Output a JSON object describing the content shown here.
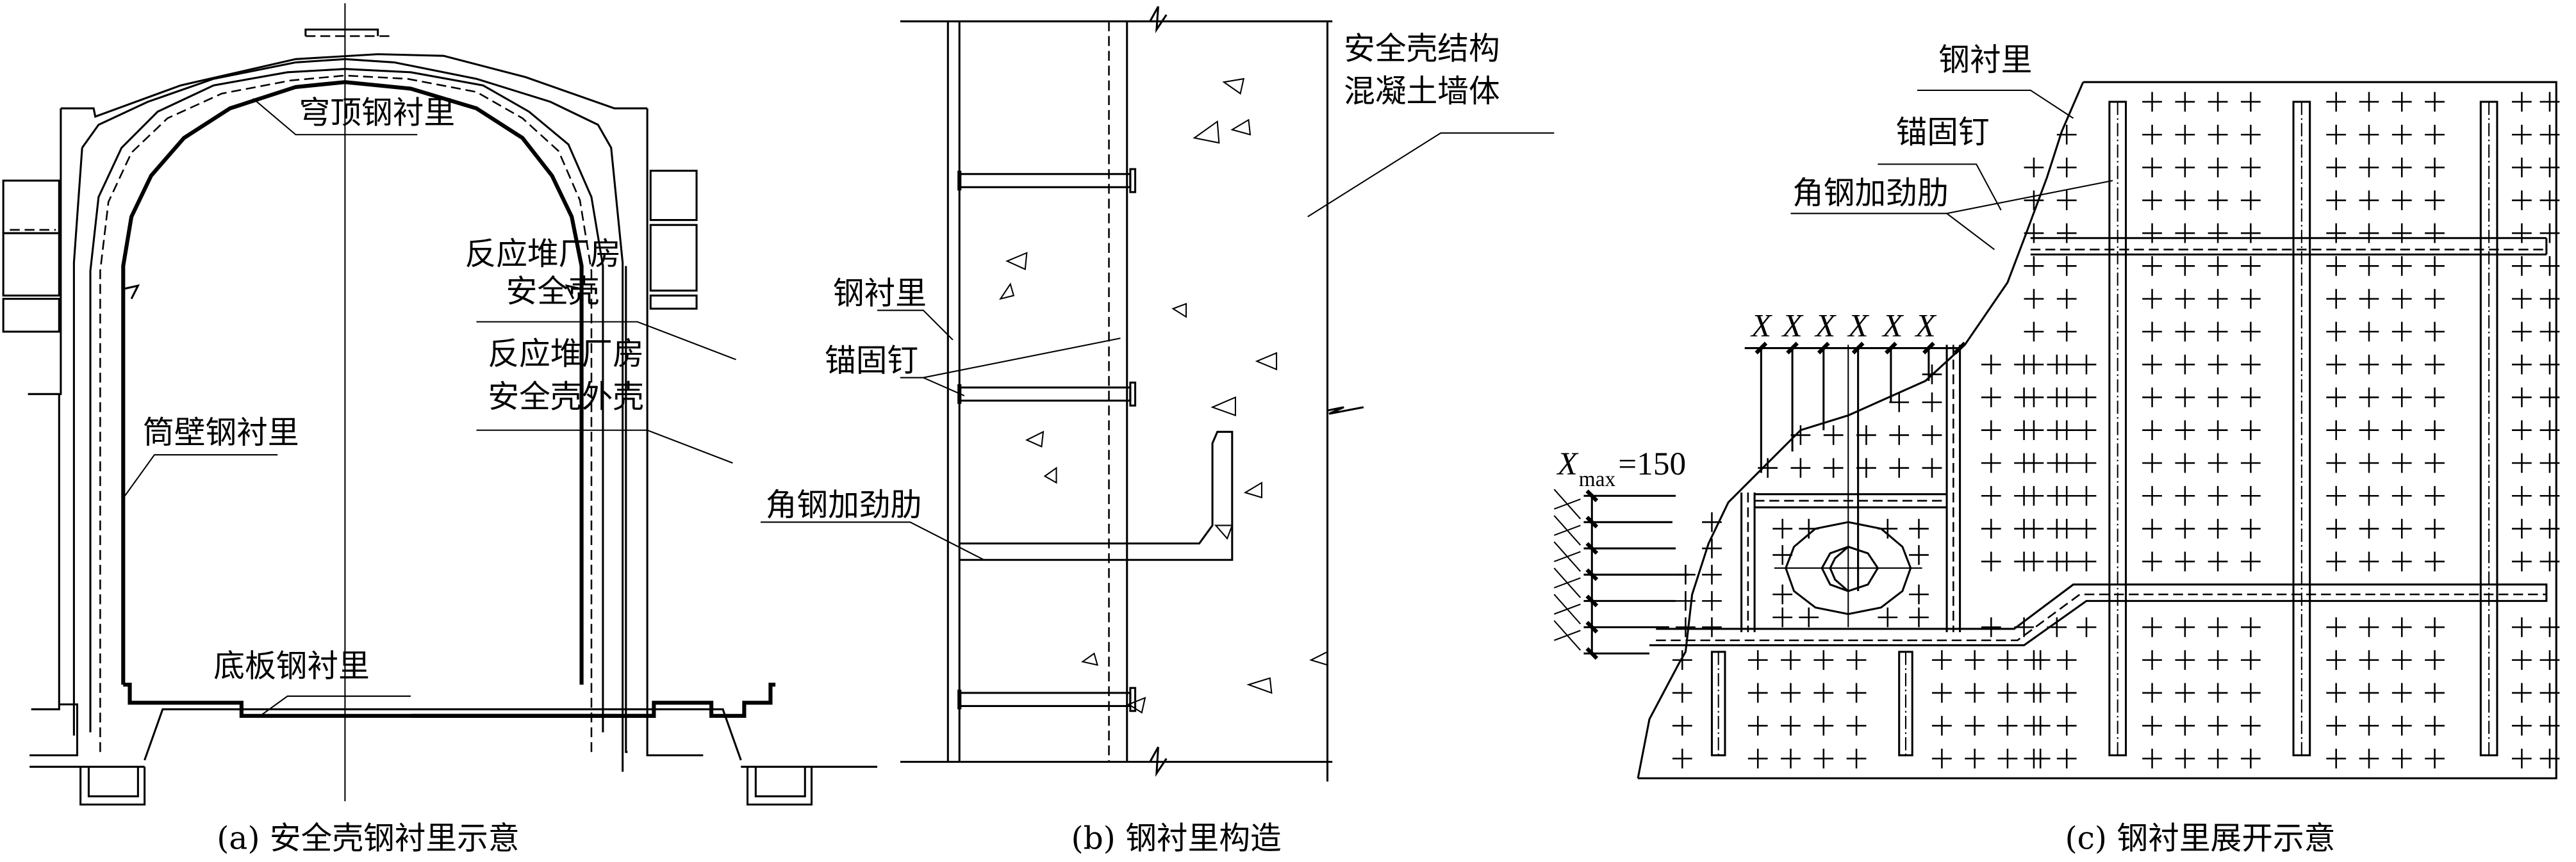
{
  "figure": {
    "panel_a": {
      "caption": "(a) 安全壳钢衬里示意",
      "labels": {
        "dome_liner": "穹顶钢衬里",
        "containment": "反应堆厂房安全壳",
        "containment_line1": "反应堆厂房",
        "containment_line2": "安全壳",
        "outer_shell_line1": "反应堆厂房",
        "outer_shell_line2": "安全壳外壳",
        "cylinder_liner": "筒壁钢衬里",
        "base_liner": "底板钢衬里"
      }
    },
    "panel_b": {
      "caption": "(b) 钢衬里构造",
      "labels": {
        "wall_line1": "安全壳结构",
        "wall_line2": "混凝土墙体",
        "steel_liner": "钢衬里",
        "anchor_stud": "锚固钉",
        "angle_stiffener": "角钢加劲肋"
      }
    },
    "panel_c": {
      "caption": "(c) 钢衬里展开示意",
      "labels": {
        "steel_liner": "钢衬里",
        "anchor_stud": "锚固钉",
        "angle_stiffener": "角钢加劲肋"
      },
      "dimension": {
        "spacing_symbol": "X",
        "spacing_count": 6,
        "max_symbol": "X",
        "max_subscript": "max",
        "max_value": "=150"
      }
    }
  }
}
